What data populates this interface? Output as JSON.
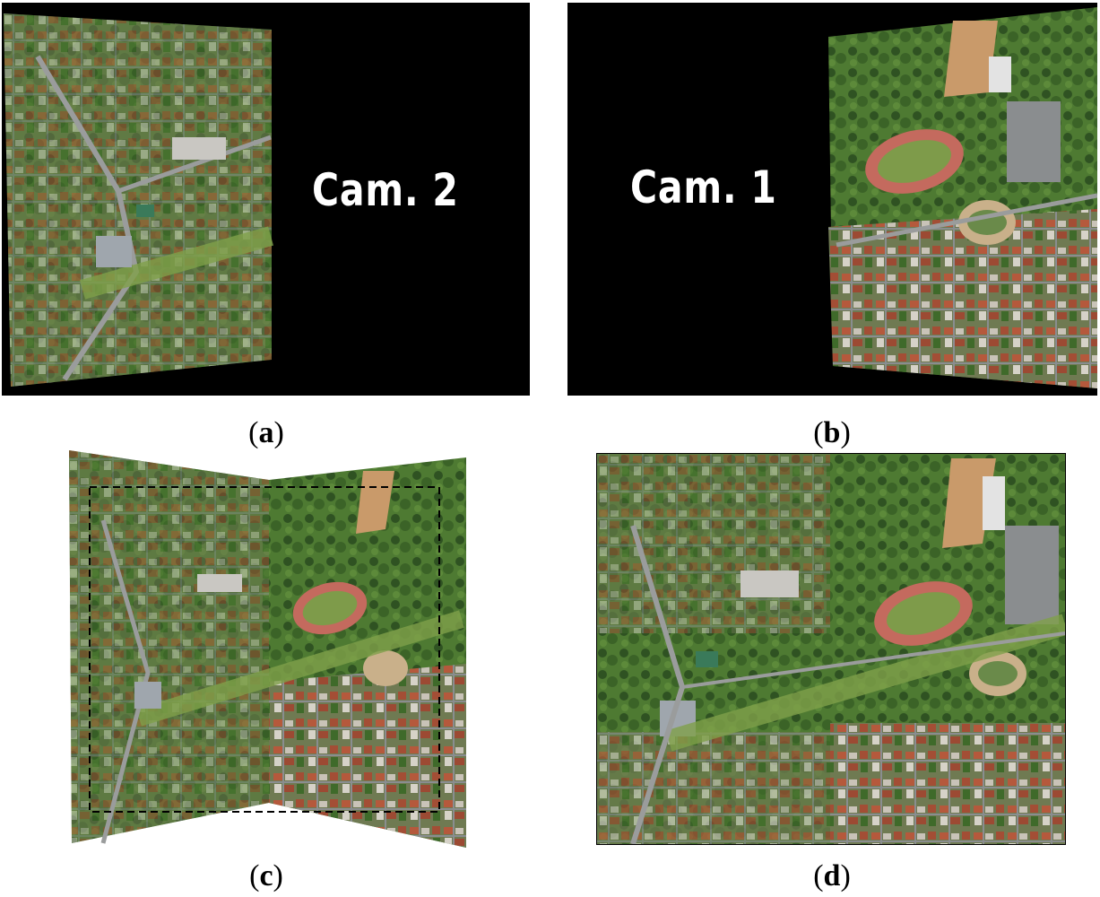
{
  "panels": {
    "a": {
      "caption_open": "(",
      "caption_letter": "a",
      "caption_close": ")",
      "camera_label": "Cam. 2"
    },
    "b": {
      "caption_open": "(",
      "caption_letter": "b",
      "caption_close": ")",
      "camera_label": "Cam. 1"
    },
    "c": {
      "caption_open": "(",
      "caption_letter": "c",
      "caption_close": ")"
    },
    "d": {
      "caption_open": "(",
      "caption_letter": "d",
      "caption_close": ")"
    }
  },
  "colors": {
    "vegetation": "#4e7a32",
    "dark_vegetation": "#2f5222",
    "grass": "#7fa04a",
    "roofs": "#b5593c",
    "pavement": "#8a8d8f",
    "track": "#c46a5e",
    "field": "#7e9b4a",
    "dirt": "#c99a6a",
    "frame": "#000000"
  }
}
